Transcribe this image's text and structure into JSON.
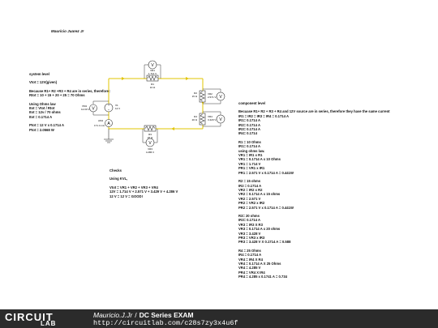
{
  "author_label": "Mauricio Juarez Jr",
  "circuit": {
    "r1": {
      "name": "R1",
      "value": "10 Ω"
    },
    "r2": {
      "name": "R2",
      "value": "15 Ω"
    },
    "r3": {
      "name": "R3",
      "value": "25 Ω"
    },
    "r4": {
      "name": "R4",
      "value": "20 Ω"
    },
    "v1": {
      "name": "V1",
      "value": "12 V"
    },
    "vr1": {
      "name": "VR1",
      "value": "1.714 V"
    },
    "vr2": {
      "name": "VR2",
      "value": "2.571 V"
    },
    "vr3": {
      "name": "VR3",
      "value": "4.286 V"
    },
    "vr4": {
      "name": "VR4",
      "value": "3.429 V"
    },
    "vm1": {
      "name": "VM1",
      "value": "12.00 V"
    },
    "am1": {
      "name": "AM1",
      "value": "171.4 mA"
    }
  },
  "system_level": [
    "system level",
    "",
    "Vtot = 12V(given)",
    "",
    "Because R1+ R2 +R3 + R4 are in series, therefore :",
    "Rtot = 10 + 15 + 20 + 25 = 70 Ohms",
    "",
    "Using Ohms law",
    "Itot = Vtot / Rtot",
    "Itot = 12v / 70 ohms",
    "Itot = 0.1714 A",
    "",
    "Ptot = 12 V x 0.1714 A",
    "Ptot = 2.0568 W"
  ],
  "checks": [
    "Checks",
    "",
    "Using KVL,",
    "",
    "Vtot = VR1 + VR2 + VR3 + VR4",
    "12V = 1.714 V + 2.571 V + 3.429 V + 4.286 V",
    "12 V = 12 V = GOOD!"
  ],
  "component_level": [
    "component level",
    "",
    "Becuase R1+ R2 + R3 + R4 and 12V source are in series, therefore they have the same current",
    "IR1 = IR2 = IR3 = IR4 = 0.1714 A",
    "IR1= 0.1714 A",
    "IR2= 0.1714 A",
    "IR3= 0.1714 A",
    "IR4= 0.1714",
    "",
    "R1 = 10 Ohms",
    "IR1= 0.1714 A",
    "using ohms law.",
    "VR1 = IR1 x R1",
    "VR1 = 0.1714 A x 10 Ohms",
    "VR1 = 1.714 V",
    "PR1 = VR1 x IR1",
    "PR1 = 2.571 V x 0.1714 A = 0.441W",
    "",
    "R2 = 15 ohms",
    "IR2 = 0.1714 A",
    "VR2 = IR2 x R2",
    "VR2 = 0.1714 A x 15 ohms",
    "VR2 = 2.571 V",
    "PR2 = VR2 x IR2",
    "PR2 = 2.571 V x 0.1714 A = 0.441W",
    "",
    "R3= 20 ohms",
    "IR3= 0.1714 A",
    "VR3 = IR3 X R3",
    "VR3 = 0.1714 A x 20 ohms",
    "VR3 = 3.428 V",
    "PR3 = VR3 x IR3",
    "PR3 = 3.428 V X 0.1714 A = 0.588",
    "",
    "R4 = 25 Ohms",
    "IR4 = 0.1714 A",
    "VR4 = IR4 X R4",
    "VR4 = 0.1714 A X 25 Ohms",
    "VR4 = 4.285 V",
    "PR4 = VR4 X IR4",
    "PR4 = 4.285 x 0.1741 A = 0.734"
  ],
  "footer": {
    "logo_word": "CIRCUIT",
    "logo_sub": "LAB",
    "author": "Mauricio.J.Jr",
    "separator": "/",
    "title": "DC Series EXAM",
    "url": "http://circuitlab.com/c28s7zy3x4u6f"
  }
}
